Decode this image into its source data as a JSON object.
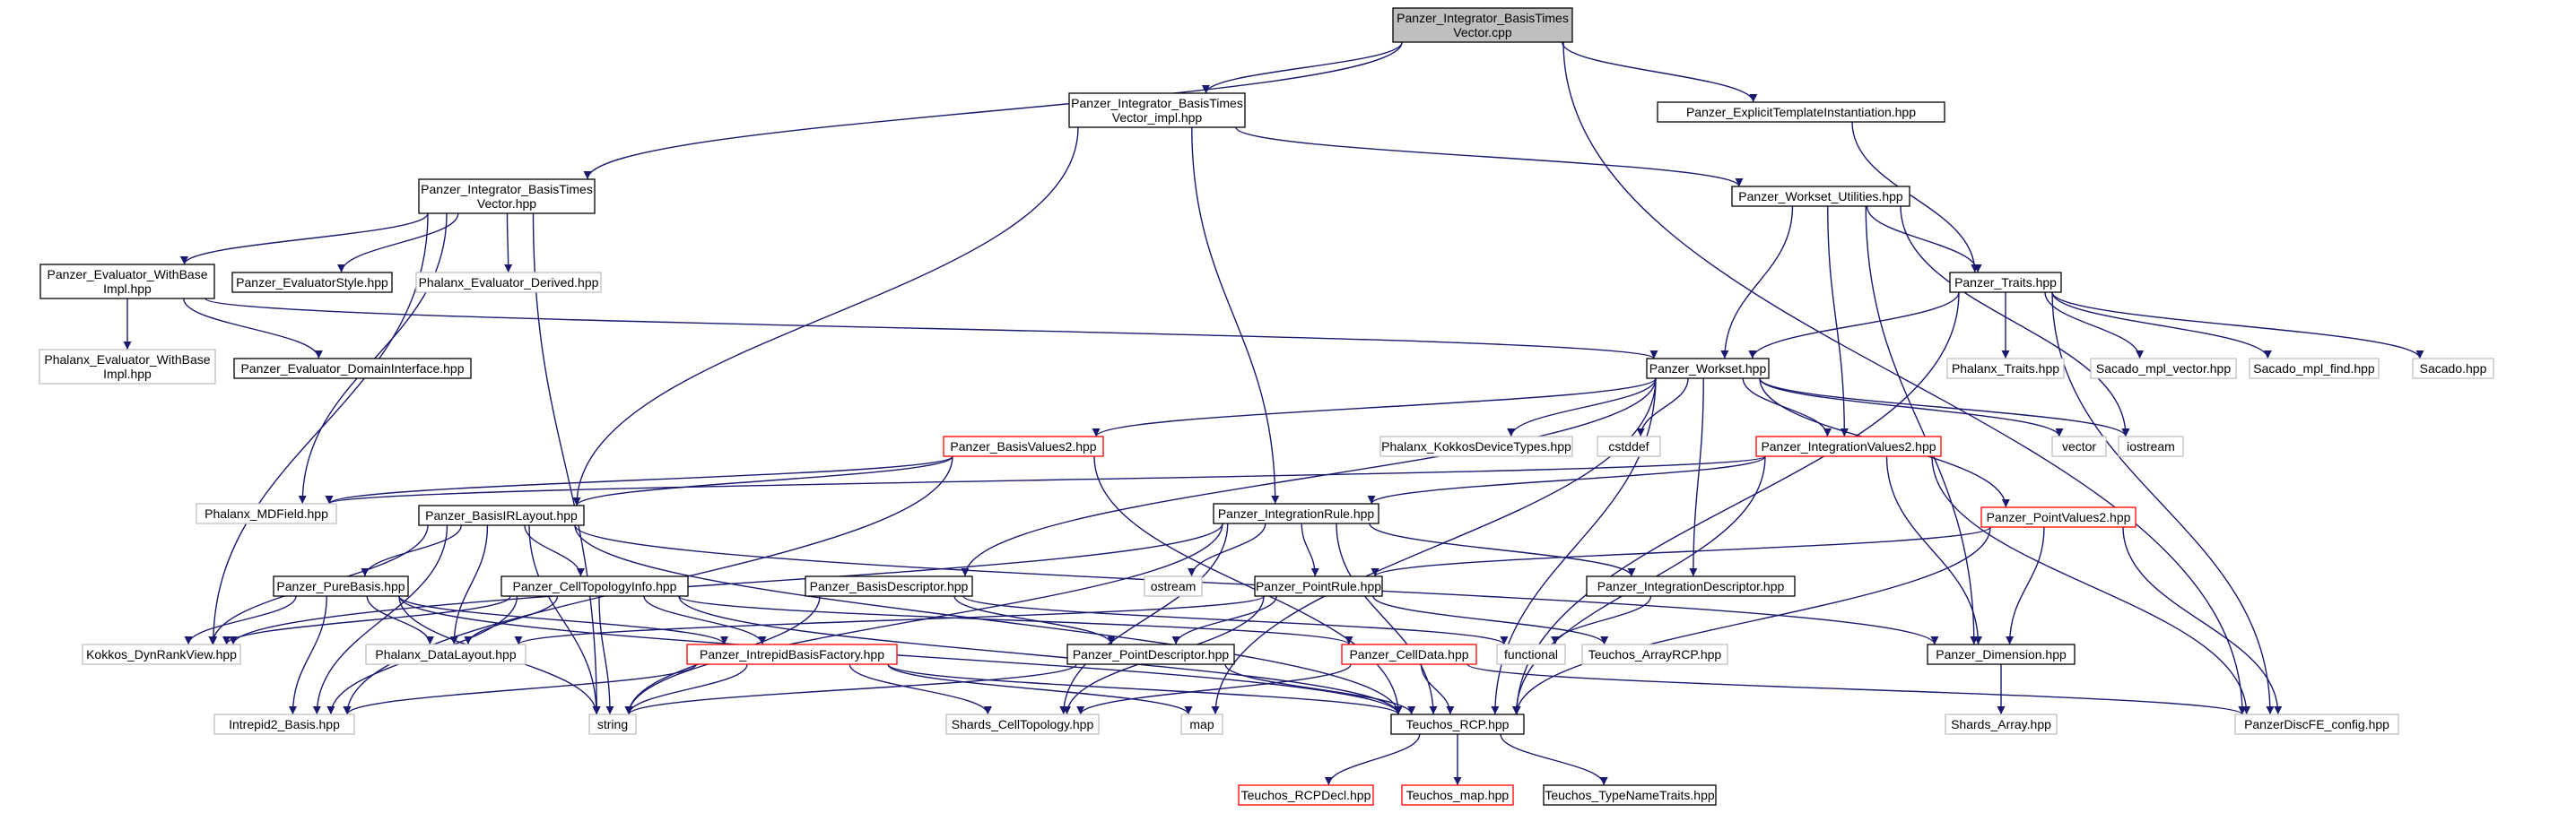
{
  "colors": {
    "edge": "#191970",
    "root_fill": "#bfbfbf",
    "root_border": "#000000",
    "documented_border": "#000000",
    "undocumented_border": "#bfbfbf",
    "incomplete_border": "#ff0000"
  },
  "nodes": [
    {
      "id": "root",
      "lines": [
        "Panzer_Integrator_BasisTimes",
        "Vector.cpp"
      ],
      "style": "root"
    },
    {
      "id": "impl",
      "lines": [
        "Panzer_Integrator_BasisTimes",
        "Vector_impl.hpp"
      ],
      "style": "doc"
    },
    {
      "id": "eti",
      "lines": [
        "Panzer_ExplicitTemplateInstantiation.hpp"
      ],
      "style": "doc"
    },
    {
      "id": "btv",
      "lines": [
        "Panzer_Integrator_BasisTimes",
        "Vector.hpp"
      ],
      "style": "doc"
    },
    {
      "id": "wsu",
      "lines": [
        "Panzer_Workset_Utilities.hpp"
      ],
      "style": "doc"
    },
    {
      "id": "ewb",
      "lines": [
        "Panzer_Evaluator_WithBase",
        "Impl.hpp"
      ],
      "style": "doc"
    },
    {
      "id": "es",
      "lines": [
        "Panzer_EvaluatorStyle.hpp"
      ],
      "style": "doc"
    },
    {
      "id": "ped",
      "lines": [
        "Phalanx_Evaluator_Derived.hpp"
      ],
      "style": "ext"
    },
    {
      "id": "traits",
      "lines": [
        "Panzer_Traits.hpp"
      ],
      "style": "doc"
    },
    {
      "id": "pewb",
      "lines": [
        "Phalanx_Evaluator_WithBase",
        "Impl.hpp"
      ],
      "style": "ext"
    },
    {
      "id": "edi",
      "lines": [
        "Panzer_Evaluator_DomainInterface.hpp"
      ],
      "style": "doc"
    },
    {
      "id": "phtraits",
      "lines": [
        "Phalanx_Traits.hpp"
      ],
      "style": "ext"
    },
    {
      "id": "smv",
      "lines": [
        "Sacado_mpl_vector.hpp"
      ],
      "style": "ext"
    },
    {
      "id": "smf",
      "lines": [
        "Sacado_mpl_find.hpp"
      ],
      "style": "ext"
    },
    {
      "id": "sacado",
      "lines": [
        "Sacado.hpp"
      ],
      "style": "ext"
    },
    {
      "id": "workset",
      "lines": [
        "Panzer_Workset.hpp"
      ],
      "style": "doc"
    },
    {
      "id": "bv2",
      "lines": [
        "Panzer_BasisValues2.hpp"
      ],
      "style": "red"
    },
    {
      "id": "pkdt",
      "lines": [
        "Phalanx_KokkosDeviceTypes.hpp"
      ],
      "style": "ext"
    },
    {
      "id": "cstddef",
      "lines": [
        "cstddef"
      ],
      "style": "ext"
    },
    {
      "id": "iv2",
      "lines": [
        "Panzer_IntegrationValues2.hpp"
      ],
      "style": "red"
    },
    {
      "id": "vector",
      "lines": [
        "vector"
      ],
      "style": "ext"
    },
    {
      "id": "iostream",
      "lines": [
        "iostream"
      ],
      "style": "ext"
    },
    {
      "id": "mdfield",
      "lines": [
        "Phalanx_MDField.hpp"
      ],
      "style": "ext"
    },
    {
      "id": "bir",
      "lines": [
        "Panzer_BasisIRLayout.hpp"
      ],
      "style": "doc"
    },
    {
      "id": "ir",
      "lines": [
        "Panzer_IntegrationRule.hpp"
      ],
      "style": "doc"
    },
    {
      "id": "pv2",
      "lines": [
        "Panzer_PointValues2.hpp"
      ],
      "style": "red"
    },
    {
      "id": "pb",
      "lines": [
        "Panzer_PureBasis.hpp"
      ],
      "style": "doc"
    },
    {
      "id": "cti",
      "lines": [
        "Panzer_CellTopologyInfo.hpp"
      ],
      "style": "doc"
    },
    {
      "id": "bd",
      "lines": [
        "Panzer_BasisDescriptor.hpp"
      ],
      "style": "doc"
    },
    {
      "id": "ostream",
      "lines": [
        "ostream"
      ],
      "style": "ext"
    },
    {
      "id": "pr",
      "lines": [
        "Panzer_PointRule.hpp"
      ],
      "style": "doc"
    },
    {
      "id": "id",
      "lines": [
        "Panzer_IntegrationDescriptor.hpp"
      ],
      "style": "doc"
    },
    {
      "id": "kdrv",
      "lines": [
        "Kokkos_DynRankView.hpp"
      ],
      "style": "ext"
    },
    {
      "id": "pdl",
      "lines": [
        "Phalanx_DataLayout.hpp"
      ],
      "style": "ext"
    },
    {
      "id": "ibf",
      "lines": [
        "Panzer_IntrepidBasisFactory.hpp"
      ],
      "style": "red"
    },
    {
      "id": "pd",
      "lines": [
        "Panzer_PointDescriptor.hpp"
      ],
      "style": "doc"
    },
    {
      "id": "cd",
      "lines": [
        "Panzer_CellData.hpp"
      ],
      "style": "red"
    },
    {
      "id": "functional",
      "lines": [
        "functional"
      ],
      "style": "ext"
    },
    {
      "id": "tarcp",
      "lines": [
        "Teuchos_ArrayRCP.hpp"
      ],
      "style": "ext"
    },
    {
      "id": "dim",
      "lines": [
        "Panzer_Dimension.hpp"
      ],
      "style": "doc"
    },
    {
      "id": "i2b",
      "lines": [
        "Intrepid2_Basis.hpp"
      ],
      "style": "ext"
    },
    {
      "id": "string",
      "lines": [
        "string"
      ],
      "style": "ext"
    },
    {
      "id": "sct",
      "lines": [
        "Shards_CellTopology.hpp"
      ],
      "style": "ext"
    },
    {
      "id": "map",
      "lines": [
        "map"
      ],
      "style": "ext"
    },
    {
      "id": "trcp",
      "lines": [
        "Teuchos_RCP.hpp"
      ],
      "style": "doc"
    },
    {
      "id": "sa",
      "lines": [
        "Shards_Array.hpp"
      ],
      "style": "ext"
    },
    {
      "id": "pfc",
      "lines": [
        "PanzerDiscFE_config.hpp"
      ],
      "style": "ext"
    },
    {
      "id": "trcpd",
      "lines": [
        "Teuchos_RCPDecl.hpp"
      ],
      "style": "red"
    },
    {
      "id": "tmap",
      "lines": [
        "Teuchos_map.hpp"
      ],
      "style": "red"
    },
    {
      "id": "ttnt",
      "lines": [
        "Teuchos_TypeNameTraits.hpp"
      ],
      "style": "doc"
    }
  ],
  "edges": [
    [
      "root",
      "impl"
    ],
    [
      "root",
      "eti"
    ],
    [
      "root",
      "btv"
    ],
    [
      "root",
      "pfc"
    ],
    [
      "impl",
      "wsu"
    ],
    [
      "impl",
      "ir"
    ],
    [
      "impl",
      "bir"
    ],
    [
      "eti",
      "traits"
    ],
    [
      "btv",
      "ewb"
    ],
    [
      "btv",
      "es"
    ],
    [
      "btv",
      "ped"
    ],
    [
      "btv",
      "mdfield"
    ],
    [
      "btv",
      "kdrv"
    ],
    [
      "btv",
      "string"
    ],
    [
      "ewb",
      "pewb"
    ],
    [
      "ewb",
      "edi"
    ],
    [
      "ewb",
      "workset"
    ],
    [
      "wsu",
      "traits"
    ],
    [
      "wsu",
      "workset"
    ],
    [
      "wsu",
      "iv2"
    ],
    [
      "wsu",
      "iostream"
    ],
    [
      "wsu",
      "dim"
    ],
    [
      "traits",
      "workset"
    ],
    [
      "traits",
      "phtraits"
    ],
    [
      "traits",
      "smv"
    ],
    [
      "traits",
      "smf"
    ],
    [
      "traits",
      "sacado"
    ],
    [
      "traits",
      "pfc"
    ],
    [
      "traits",
      "trcp"
    ],
    [
      "workset",
      "bv2"
    ],
    [
      "workset",
      "pkdt"
    ],
    [
      "workset",
      "cstddef"
    ],
    [
      "workset",
      "iv2"
    ],
    [
      "workset",
      "vector"
    ],
    [
      "workset",
      "iostream"
    ],
    [
      "workset",
      "pv2"
    ],
    [
      "workset",
      "bd"
    ],
    [
      "workset",
      "id"
    ],
    [
      "workset",
      "map"
    ],
    [
      "workset",
      "trcp"
    ],
    [
      "bv2",
      "mdfield"
    ],
    [
      "bv2",
      "bir"
    ],
    [
      "bv2",
      "i2b"
    ],
    [
      "bv2",
      "trcp"
    ],
    [
      "iv2",
      "ir"
    ],
    [
      "iv2",
      "dim"
    ],
    [
      "iv2",
      "mdfield"
    ],
    [
      "iv2",
      "trcp"
    ],
    [
      "iv2",
      "pfc"
    ],
    [
      "pv2",
      "pr"
    ],
    [
      "pv2",
      "dim"
    ],
    [
      "pv2",
      "trcp"
    ],
    [
      "pv2",
      "pfc"
    ],
    [
      "bir",
      "pb"
    ],
    [
      "bir",
      "cti"
    ],
    [
      "bir",
      "pdl"
    ],
    [
      "bir",
      "kdrv"
    ],
    [
      "bir",
      "i2b"
    ],
    [
      "bir",
      "string"
    ],
    [
      "bir",
      "dim"
    ],
    [
      "bir",
      "trcp"
    ],
    [
      "ir",
      "pr"
    ],
    [
      "ir",
      "ostream"
    ],
    [
      "ir",
      "id"
    ],
    [
      "ir",
      "sct"
    ],
    [
      "ir",
      "string"
    ],
    [
      "ir",
      "kdrv"
    ],
    [
      "ir",
      "trcp"
    ],
    [
      "pb",
      "kdrv"
    ],
    [
      "pb",
      "pdl"
    ],
    [
      "pb",
      "ibf"
    ],
    [
      "pb",
      "i2b"
    ],
    [
      "pb",
      "string"
    ],
    [
      "pb",
      "trcp"
    ],
    [
      "cti",
      "kdrv"
    ],
    [
      "cti",
      "pdl"
    ],
    [
      "cti",
      "ibf"
    ],
    [
      "cti",
      "string"
    ],
    [
      "cti",
      "cd"
    ],
    [
      "cti",
      "i2b"
    ],
    [
      "cti",
      "trcp"
    ],
    [
      "bd",
      "pd"
    ],
    [
      "bd",
      "string"
    ],
    [
      "bd",
      "functional"
    ],
    [
      "pr",
      "pd"
    ],
    [
      "pr",
      "pdl"
    ],
    [
      "pr",
      "tarcp"
    ],
    [
      "pr",
      "sct"
    ],
    [
      "id",
      "functional"
    ],
    [
      "ibf",
      "i2b"
    ],
    [
      "ibf",
      "sct"
    ],
    [
      "ibf",
      "string"
    ],
    [
      "ibf",
      "map"
    ],
    [
      "ibf",
      "trcp"
    ],
    [
      "pd",
      "string"
    ],
    [
      "pd",
      "trcp"
    ],
    [
      "cd",
      "sct"
    ],
    [
      "cd",
      "trcp"
    ],
    [
      "cd",
      "pfc"
    ],
    [
      "dim",
      "sa"
    ],
    [
      "trcp",
      "trcpd"
    ],
    [
      "trcp",
      "tmap"
    ],
    [
      "trcp",
      "ttnt"
    ]
  ]
}
